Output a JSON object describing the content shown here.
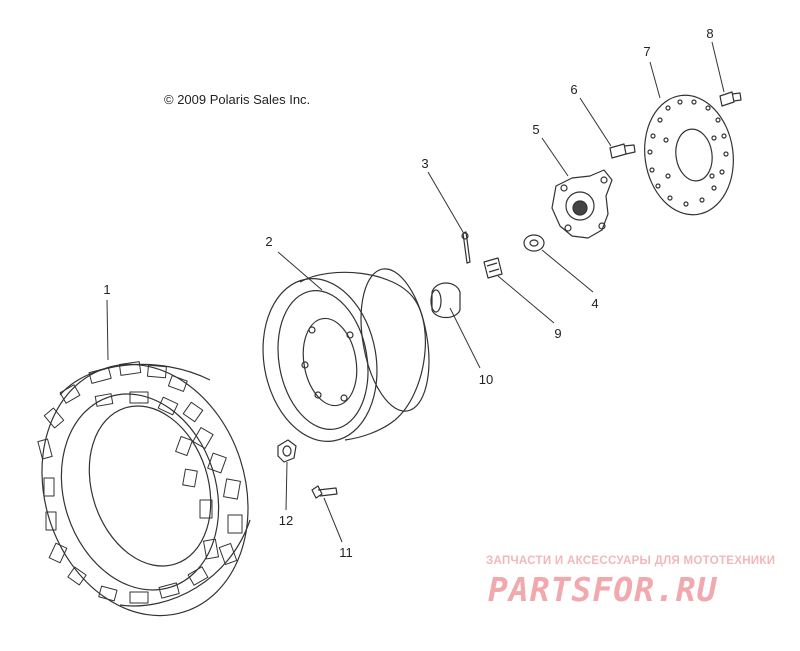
{
  "copyright": "© 2009 Polaris Sales Inc.",
  "callouts": {
    "c1": "1",
    "c2": "2",
    "c3": "3",
    "c4": "4",
    "c5": "5",
    "c6": "6",
    "c7": "7",
    "c8": "8",
    "c9": "9",
    "c10": "10",
    "c11": "11",
    "c12": "12"
  },
  "watermark": {
    "tagline": "ЗАПЧАСТИ И АКСЕССУАРЫ ДЛЯ МОТОТЕХНИКИ",
    "logo": "PARTSFOR.RU",
    "color": "#f1a9ae"
  },
  "colors": {
    "line": "#333333",
    "background": "#ffffff"
  }
}
